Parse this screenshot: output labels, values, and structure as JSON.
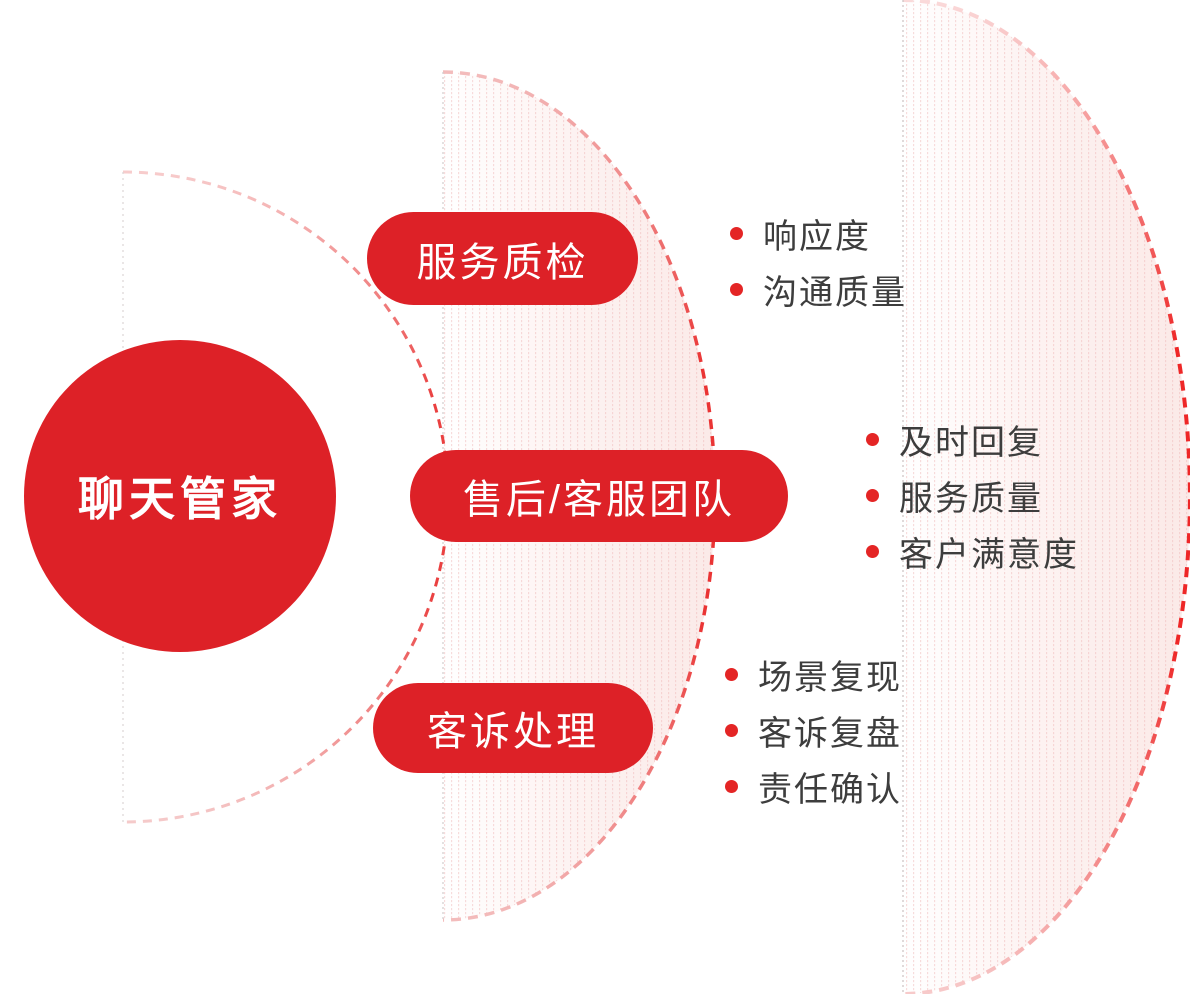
{
  "diagram": {
    "center": {
      "label": "聊天管家"
    },
    "branches": [
      {
        "label": "服务质检",
        "items": [
          "响应度",
          "沟通质量"
        ]
      },
      {
        "label": "售后/客服团队",
        "items": [
          "及时回复",
          "服务质量",
          "客户满意度"
        ]
      },
      {
        "label": "客诉处理",
        "items": [
          "场景复现",
          "客诉复盘",
          "责任确认"
        ]
      }
    ],
    "colors": {
      "accent_red": "#dd2127",
      "bullet_red": "#e42525",
      "text_dark": "#3d3d3d",
      "segment_fill_pink": "#fbe9e7",
      "dash_red": "#ee2727",
      "dash_pink": "#f6c6c6"
    }
  }
}
